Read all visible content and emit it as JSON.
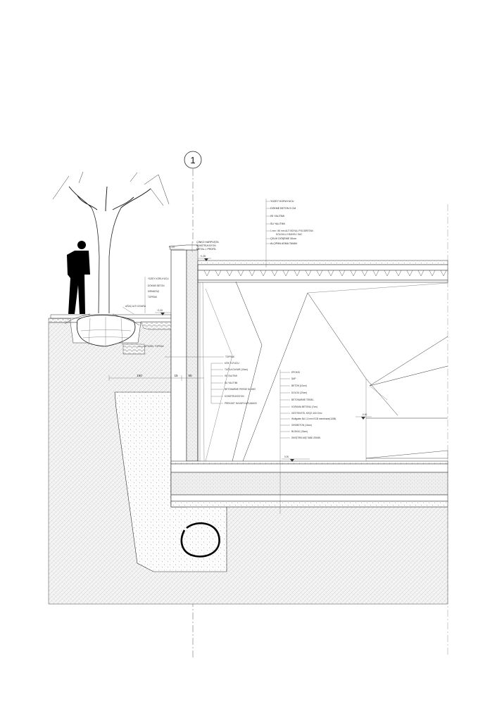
{
  "axis": {
    "label": "1"
  },
  "levels": {
    "roof_top": "+1.35",
    "roof_top_left": "+1.00",
    "ground_left": "+1.00",
    "floor": "0.00",
    "step": "-0.40"
  },
  "dimensions": {
    "d1": "150",
    "d2": "15",
    "d3": "55"
  },
  "roof_labels": {
    "l1": "YÜZEY KORUYUCU",
    "l2": "DÖKME BETON 5 CM",
    "l3": "ISI YALITIMI",
    "l4": "SU YALITIMI",
    "l5a": "1 mm / 80 mm ALTI BOYALI POLİÜRETAN",
    "l5b": "DOLGULU HADVELİ SAC",
    "l6": "ÇELİK DÖŞEME 30cm",
    "l7": "ALÇIPAN ASMA TAVAN"
  },
  "parapet_labels": {
    "l1": "ÇİNKO HARPUŞTA",
    "l2": "KONSTRÜKSİYON",
    "l3": "METAL L PROFİL"
  },
  "planter_labels": {
    "l1": "YÜZEY KORUYUCU",
    "l2": "DÖKME BETON",
    "l3": "KIRMATAŞ",
    "l4": "TOPRAK",
    "l5": "AĞAÇ ALTI IZGARA",
    "l6": "BİTKİSEL TOPRAK"
  },
  "wall_labels": {
    "l1": "TOPRAK",
    "l2": "KÖK TUTUCU",
    "l3": "TUĞLA DUVAR (10cm)",
    "l4": "ISI YALITIMI",
    "l5": "SU YALITIMI",
    "l6": "BETONARME PERDE DUVAR",
    "l7": "KONSTRÜKSİYON",
    "l8": "PREKAST DUVAR KAPLAMASI"
  },
  "floor_labels": {
    "l1": "EPOKSİ",
    "l2": "ŞAP",
    "l3": "BETON (10cm)",
    "l4": "DOLGU (20cm)",
    "l5": "BETONARME TEMEL",
    "l6": "KORUMA BETONU (7cm)",
    "l7": "GEOTEKSTİL KEÇE 400 G/m²",
    "l8": "Wolfgalen BA 1,5 mm ECB membrane(1008)",
    "l9": "GROBETON (10cm)",
    "l10": "BLOKAJ (15cm)",
    "l11": "SIKIŞTIRILMIŞ TABİİ ZEMİN"
  }
}
